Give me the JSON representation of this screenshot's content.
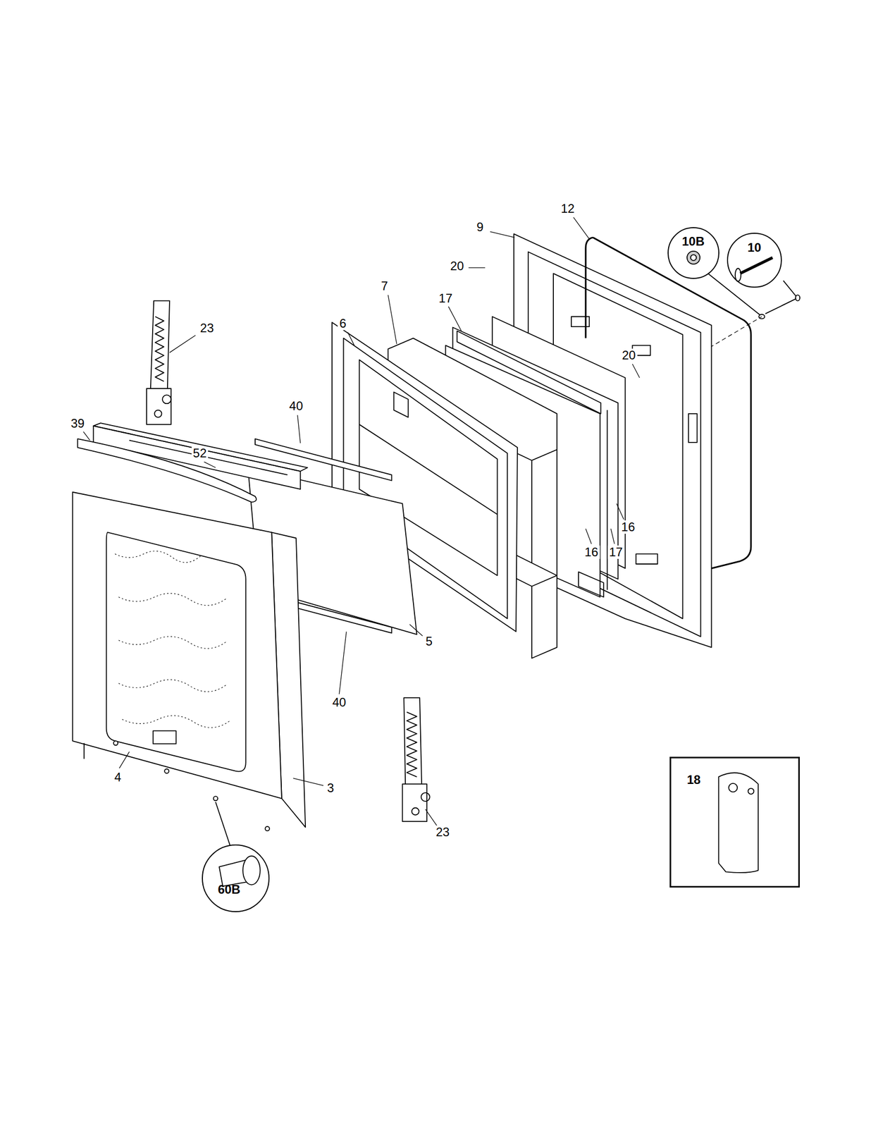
{
  "diagram": {
    "nodes": [
      {
        "text": [
          "10B"
        ]
      },
      {
        "text": [
          "10"
        ]
      },
      {
        "text": [
          "18"
        ]
      },
      {
        "text": [
          "60B"
        ]
      }
    ],
    "edges": [],
    "labels": [
      "12",
      "9",
      "20",
      "7",
      "17",
      "6",
      "20",
      "23",
      "40",
      "39",
      "52",
      "16",
      "16",
      "17",
      "5",
      "40",
      "4",
      "3",
      "23"
    ]
  }
}
